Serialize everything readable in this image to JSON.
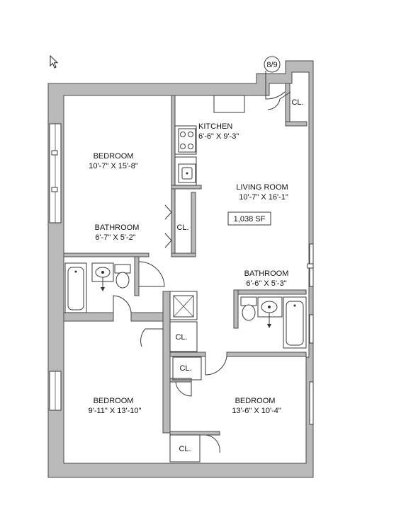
{
  "unit_tag": "8/9",
  "total_area": "1,038 SF",
  "rooms": {
    "bedroom_1": {
      "name": "BEDROOM",
      "dims": "10'-7\" X 15'-8\""
    },
    "bathroom_1": {
      "name": "BATHROOM",
      "dims": "6'-7\" X 5'-2\""
    },
    "kitchen": {
      "name": "KITCHEN",
      "dims": "6'-6\" X 9'-3\""
    },
    "living_room": {
      "name": "LIVING ROOM",
      "dims": "10'-7\" X 16'-1\""
    },
    "bathroom_2": {
      "name": "BATHROOM",
      "dims": "6'-6\" X 5'-3\""
    },
    "bedroom_2": {
      "name": "BEDROOM",
      "dims": "9'-11\" X 13'-10\""
    },
    "bedroom_3": {
      "name": "BEDROOM",
      "dims": "13'-6\" X 10'-4\""
    }
  },
  "closets": {
    "entry": "CL.",
    "hall": "CL.",
    "center_upper": "CL.",
    "center_lower": "CL.",
    "bedroom_3": "CL."
  },
  "colors": {
    "wall_fill": "#b9b9b9",
    "wall_stroke": "#4a4a4a"
  }
}
